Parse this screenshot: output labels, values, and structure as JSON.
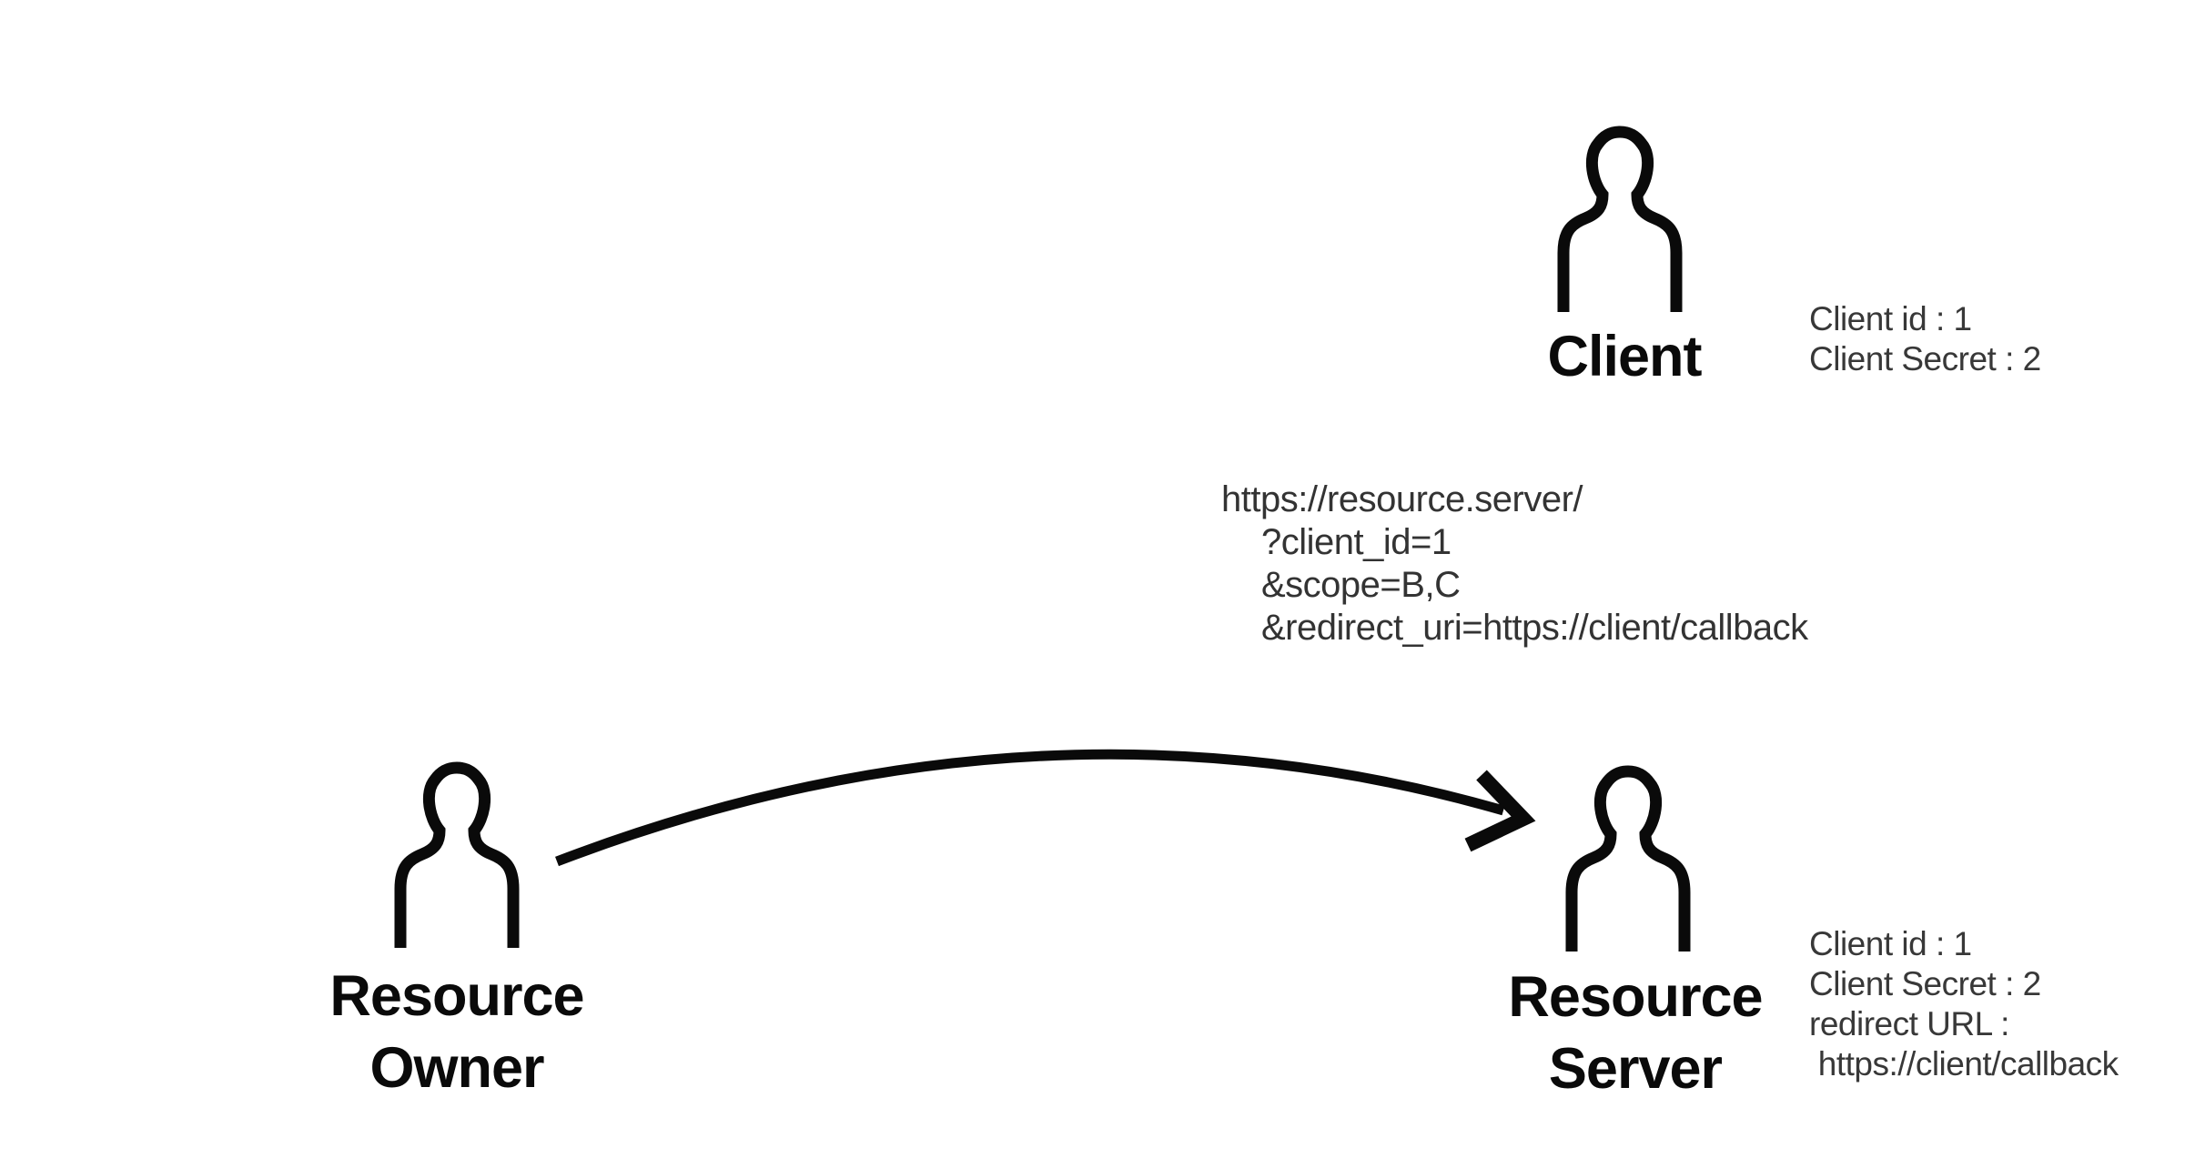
{
  "page": {
    "background": "#ffffff",
    "ink": "#0a0a0a",
    "muted_text": "#383838"
  },
  "client": {
    "label": "Client",
    "info": [
      "Client id : 1",
      "Client Secret : 2"
    ]
  },
  "request_url": {
    "lines": [
      "https://resource.server/",
      "?client_id=1",
      "&scope=B,C",
      "&redirect_uri=https://client/callback"
    ]
  },
  "resource_owner": {
    "label_lines": [
      "Resource",
      "Owner"
    ]
  },
  "resource_server": {
    "label_lines": [
      "Resource",
      "Server"
    ],
    "info": [
      "Client id : 1",
      "Client Secret : 2",
      "redirect URL :",
      " https://client/callback"
    ]
  },
  "arrow": {
    "from": "resource-owner",
    "to": "resource-server"
  }
}
